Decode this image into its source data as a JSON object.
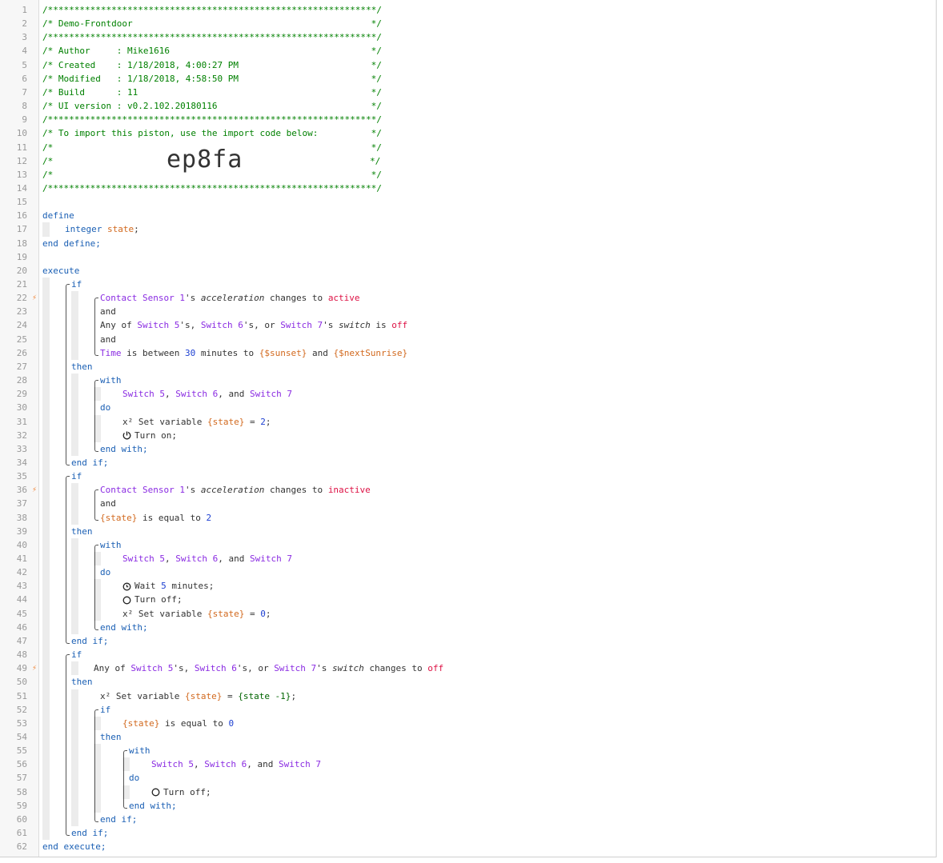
{
  "piston": {
    "name": "Demo-Frontdoor",
    "author": "Mike1616",
    "created": "1/18/2018, 4:00:27 PM",
    "modified": "1/18/2018, 4:58:50 PM",
    "build": "11",
    "ui_version": "v0.2.102.20180116",
    "import_note": "To import this piston, use the import code below:",
    "import_code": "ep8fa"
  },
  "header_lines": {
    "l1": "/**************************************************************/",
    "l2": "/* Demo-Frontdoor                                             */",
    "l3": "/**************************************************************/",
    "l4": "/* Author     : Mike1616                                      */",
    "l5": "/* Created    : 1/18/2018, 4:00:27 PM                         */",
    "l6": "/* Modified   : 1/18/2018, 4:58:50 PM                         */",
    "l7": "/* Build      : 11                                            */",
    "l8": "/* UI version : v0.2.102.20180116                             */",
    "l9": "/**************************************************************/",
    "l10": "/* To import this piston, use the import code below:          */",
    "l11": "/*                                                            */",
    "l12a": "/*",
    "l12b": "*/",
    "l13": "/*                                                            */",
    "l14": "/**************************************************************/"
  },
  "kw": {
    "define": "define",
    "end_define": "end define;",
    "integer": "integer",
    "execute": "execute",
    "end_execute": "end execute;",
    "if": "if",
    "end_if": "end if;",
    "then": "then",
    "with": "with",
    "do": "do",
    "end_with": "end with;",
    "and": "and"
  },
  "vars": {
    "state_decl": "state",
    "state_ref": "{state}"
  },
  "devices": {
    "contact_sensor": "Contact Sensor 1",
    "switch5": "Switch 5",
    "switch6": "Switch 6",
    "switch7": "Switch 7"
  },
  "attrs": {
    "acceleration": "acceleration",
    "switch": "switch"
  },
  "values": {
    "active": "active",
    "inactive": "inactive",
    "off": "off",
    "thirty": "30",
    "sunset": "{$sunset}",
    "next_sunrise": "{$nextSunrise}",
    "two": "2",
    "zero": "0",
    "five": "5",
    "state_minus": "{state -1}"
  },
  "texts": {
    "s_changes_to": "'s ",
    "changes_to": " changes to ",
    "any_of": "Any of ",
    "s_comma": "'s, ",
    "s_or": "'s, or ",
    "s": "'s ",
    "is": " is ",
    "time": "Time",
    "is_between": " is between ",
    "minutes_to": " minutes to ",
    "and_sp": " and ",
    "comma": ", ",
    "comma_and": ", and ",
    "set_variable": "Set variable ",
    "eq": " = ",
    "semi": ";",
    "turn_on": "Turn on;",
    "turn_off": "Turn off;",
    "wait": "Wait ",
    "minutes_semi": " minutes;",
    "is_equal_to": " is equal to ",
    "x2": "x²"
  },
  "icons": [
    "lightning-bolt-icon",
    "power-icon",
    "clock-icon",
    "circle-off-icon",
    "variable-icon"
  ],
  "colors": {
    "comment": "#008000",
    "keyword": "#1a5fb4",
    "device": "#8a2be2",
    "operator_value": "#d14",
    "variable": "#d2691e",
    "number": "#1c3fd1",
    "gutter_bg": "#f7f7f7",
    "bolt": "#f0883e"
  }
}
